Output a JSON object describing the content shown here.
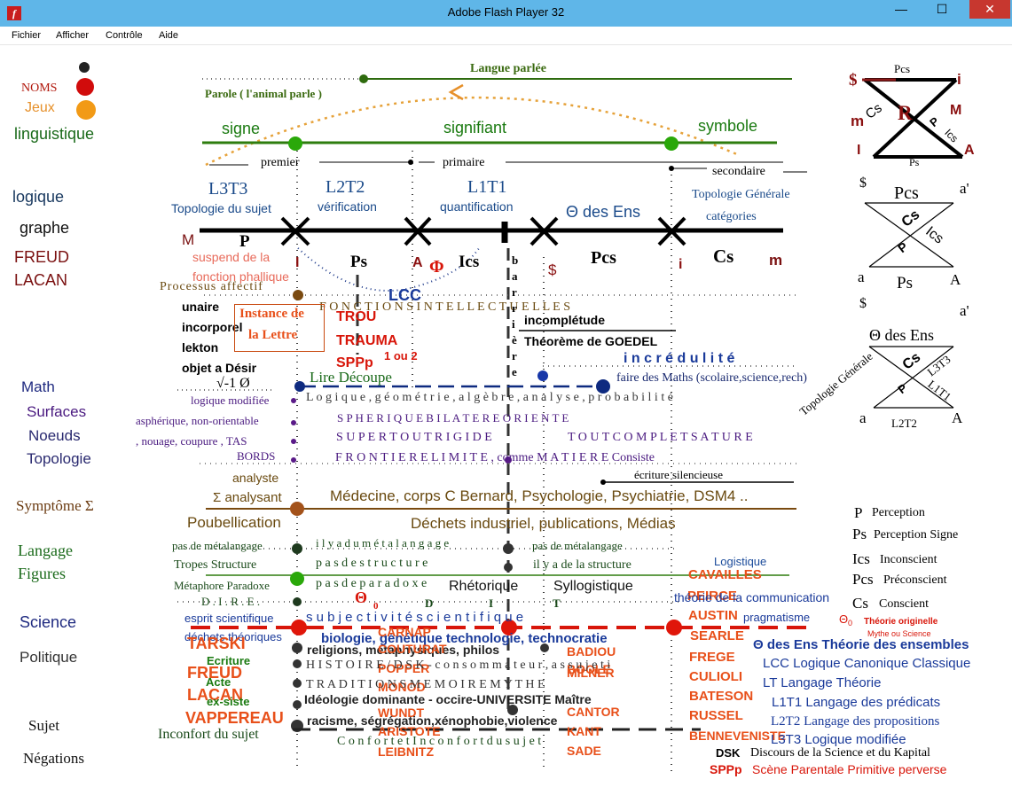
{
  "window": {
    "title": "Adobe Flash Player 32",
    "minimize": "—",
    "maximize": "☐",
    "close": "✕"
  },
  "menu": [
    "Fichier",
    "Afficher",
    "Contrôle",
    "Aide"
  ],
  "colors": {
    "titlebar": "#5fb6e8",
    "close": "#c7372f",
    "green": "#2e7d0e",
    "orange": "#e6902a",
    "red": "#d81b0a",
    "navy": "#17367a",
    "purple": "#5a1a88",
    "brown": "#7a4a10"
  },
  "left": {
    "noms": "NOMS",
    "jeux": "Jeux",
    "linguistique": "linguistique",
    "logique": "logique",
    "graphe": "graphe",
    "freud": "FREUD",
    "lacan": "LACAN",
    "math": "Math",
    "surfaces": "Surfaces",
    "noeuds": "Noeuds",
    "topologie": "Topologie",
    "symptome": "Symptôme Σ",
    "langage": "Langage",
    "figures": "Figures",
    "science": "Science",
    "politique": "Politique",
    "sujet": "Sujet",
    "negations": "Négations"
  },
  "top": {
    "langue_parlee": "Langue parlée",
    "parole": "Parole ( l'animal parle )",
    "signe": "signe",
    "signifiant": "signifiant",
    "symbole": "symbole",
    "premier": "premier",
    "primaire": "primaire",
    "secondaire": "secondaire",
    "l3t3": "L3T3",
    "l2t2": "L2T2",
    "l1t1": "L1T1",
    "topo_sujet": "Topologie du sujet",
    "verification": "vérification",
    "quantification": "quantification",
    "theta_ens": "Θ des Ens",
    "topo_gen": "Topologie Générale",
    "categories": "catégories"
  },
  "axis": {
    "M": "M",
    "P": "P",
    "Ps": "Ps",
    "Ics": "Ics",
    "Pcs": "Pcs",
    "Cs": "Cs",
    "m": "m",
    "i": "I",
    "A": "A",
    "phi": "Φ",
    "barred_s": "$",
    "i2": "i",
    "suspend1": "suspend de la",
    "suspend2": "fonction phallique",
    "processus": "Processus affectif",
    "lcc": "LCC",
    "fonctions": "F O N C T I O N S   I N T E L L E C T U E L L E S",
    "barriere": "b a r r i è r e"
  },
  "mid": {
    "unaire": "unaire",
    "incorporel": "incorporel",
    "lekton": "lekton",
    "objet_a": "objet a   Désir",
    "sqrt": "√-1 Ø",
    "instance1": "Instance de",
    "instance2": "la Lettre",
    "trou": "TROU",
    "trauma": "TRAUMA",
    "sppp": "SPPp",
    "un_ou_deux": "1 ou 2",
    "incompletude": "incomplétude",
    "goedel": "Théorème de GOEDEL",
    "incredulite": "i n c r é d u l i t é",
    "lire_decoupe": "Lire Découpe",
    "faire_maths": "faire des Maths (scolaire,science,rech)",
    "logique_modifiee": "logique modifiée",
    "logique_geo": "L o g i q u e ,   g é o m é t r i e ,   a l g è b r e ,   a n a l y s e ,   p r o b a b i l i t é",
    "aspherique": "asphérique,  non-orientable",
    "spherique": "S P H E R I Q U E           B I L A T E R E   O R I E N T E",
    "nouage": ", nouage, coupure , TAS",
    "super_tout": "S U P E R   T O U T   R I G I D E",
    "tout_complet": "T O U T   C O M P L E T   S A T U R E",
    "bords": "BORDS",
    "frontiere": "F R O N T I E R E           L I M I T E   ,  comme  M A T I E R E  Consiste",
    "ecriture": "écriture silencieuse",
    "analyste": "analyste",
    "analysant": "Σ  analysant",
    "medecine": "Médecine, corps C Bernard, Psychologie, Psychiatrie, DSM4 ..",
    "poubellication": "Poubellication",
    "dechets": "Déchets  industriel, publications, Médias",
    "pas_meta": "pas de métalangage",
    "il_y_a_meta": "i l  y  a  d u   m é t a l a n g a g e",
    "pas_meta2": "pas de métalangage",
    "tropes": "Tropes Structure",
    "pas_structure": "p a s   d e   s t r u c t u r e",
    "il_y_a_structure": "il y a de la structure",
    "logistique": "Logistique",
    "metaphore": "Métaphore Paradoxe",
    "pas_paradoxe": "p a s   d e   p a r a d o x e",
    "rhetorique": "Rhétorique",
    "syllogistique": "Syllogistique",
    "cavailles": "CAVAILLES",
    "dire": "D . I . R . E .",
    "theta0": "Θ",
    "theta0sub": "0",
    "d": "D",
    "i": "I",
    "t": "T",
    "peirce": "PEIRCE",
    "theorie_comm": "théorie de la communication",
    "austin": "AUSTIN",
    "pragmatisme": "pragmatisme",
    "subjectivite": "s u b j e c t i v i t é     s c i e n t i f i q u e",
    "esprit": "esprit scientifique",
    "dechets_theo": "déchets théoriques",
    "theta_orig": "Θ",
    "theta_orig_sub": "0",
    "theorie_orig": "Théorie originelle",
    "mythe": "Mythe ou Science",
    "searle": "SEARLE",
    "biologie": "biologie, génétique technologie, technocratie",
    "religions": "religions, métaphysiques, philos",
    "tarski": "TARSKI",
    "carnap": "CARNAP",
    "ecriture2": "Ecriture",
    "coutural": "COUTURAT",
    "badiou": "BADIOU",
    "frege": "FREGE",
    "freud2": "FREUD",
    "popper": "POPPER",
    "monod": "MONOD",
    "boole": "BOOLE",
    "milner": "MILNER",
    "culioli": "CULIOLI",
    "acte": "Acte",
    "histoire": "H I S T O I R E  /  D S K - c o n s o m m a t e u r ,   a s s u j e t i",
    "lacan2": "LACAN",
    "traditions": "T R A D I T I O N S     M E M O I R E     M Y T H E",
    "bateson": "BATESON",
    "ex_siste": "ex-siste",
    "ideologie": "Idéologie dominante - occire-UNIVERSITE Maître",
    "wundt": "WUNDT",
    "cantor": "CANTOR",
    "russel": "RUSSEL",
    "vappereau": "VAPPEREAU",
    "racisme": "racisme, ségrégation,xénophobie,violence",
    "aristote": "ARISTOTE",
    "kant": "KANT",
    "inconfort": "Inconfort du sujet",
    "confort": "C o n f o r t   e t   I n c o n f o r t   d u   s u j e t",
    "leibnitz": "LEIBNITZ",
    "sade": "SADE",
    "bennevenist": "BENNEVENISTE"
  },
  "diagrams": {
    "d1": {
      "pcs": "Pcs",
      "s": "$",
      "i": "i",
      "m": "m",
      "cs": "Cs",
      "r": "R",
      "M": "M",
      "p": "P",
      "ics": "Ics",
      "I": "I",
      "A": "A",
      "ps": "Ps"
    },
    "d2": {
      "s": "$",
      "a1": "a'",
      "pcs": "Pcs",
      "cs": "Cs",
      "ics": "Ics",
      "p": "P",
      "a": "a",
      "ps": "Ps",
      "A": "A"
    },
    "d3": {
      "s": "$",
      "a1": "a'",
      "theta": "Θ des Ens",
      "cs": "Cs",
      "l3t3": "L3T3",
      "l1t1": "L1T1",
      "p": "P",
      "topo": "Topologie Générale",
      "a": "a",
      "l2t2": "L2T2",
      "A": "A"
    }
  },
  "legend": [
    {
      "sym": "P",
      "text": "Perception"
    },
    {
      "sym": "Ps",
      "text": "Perception Signe"
    },
    {
      "sym": "Ics",
      "text": "Inconscient"
    },
    {
      "sym": "Pcs",
      "text": "Préconscient"
    },
    {
      "sym": "Cs",
      "text": "Conscient"
    }
  ],
  "legend2": {
    "theta_ens": "Θ  des Ens Théorie des ensembles",
    "lcc": "LCC Logique Canonique Classique",
    "lt": "LT Langage Théorie",
    "l1t1": "L1T1 Langage des prédicats",
    "l2t2": "L2T2 Langage des propositions",
    "l3t3": "L3T3 Logique modifiée",
    "dsk_sym": "DSK",
    "dsk": "Discours de la Science et du  Kapital",
    "sppp_sym": "SPPp",
    "sppp": "Scène Parentale Primitive perverse"
  }
}
